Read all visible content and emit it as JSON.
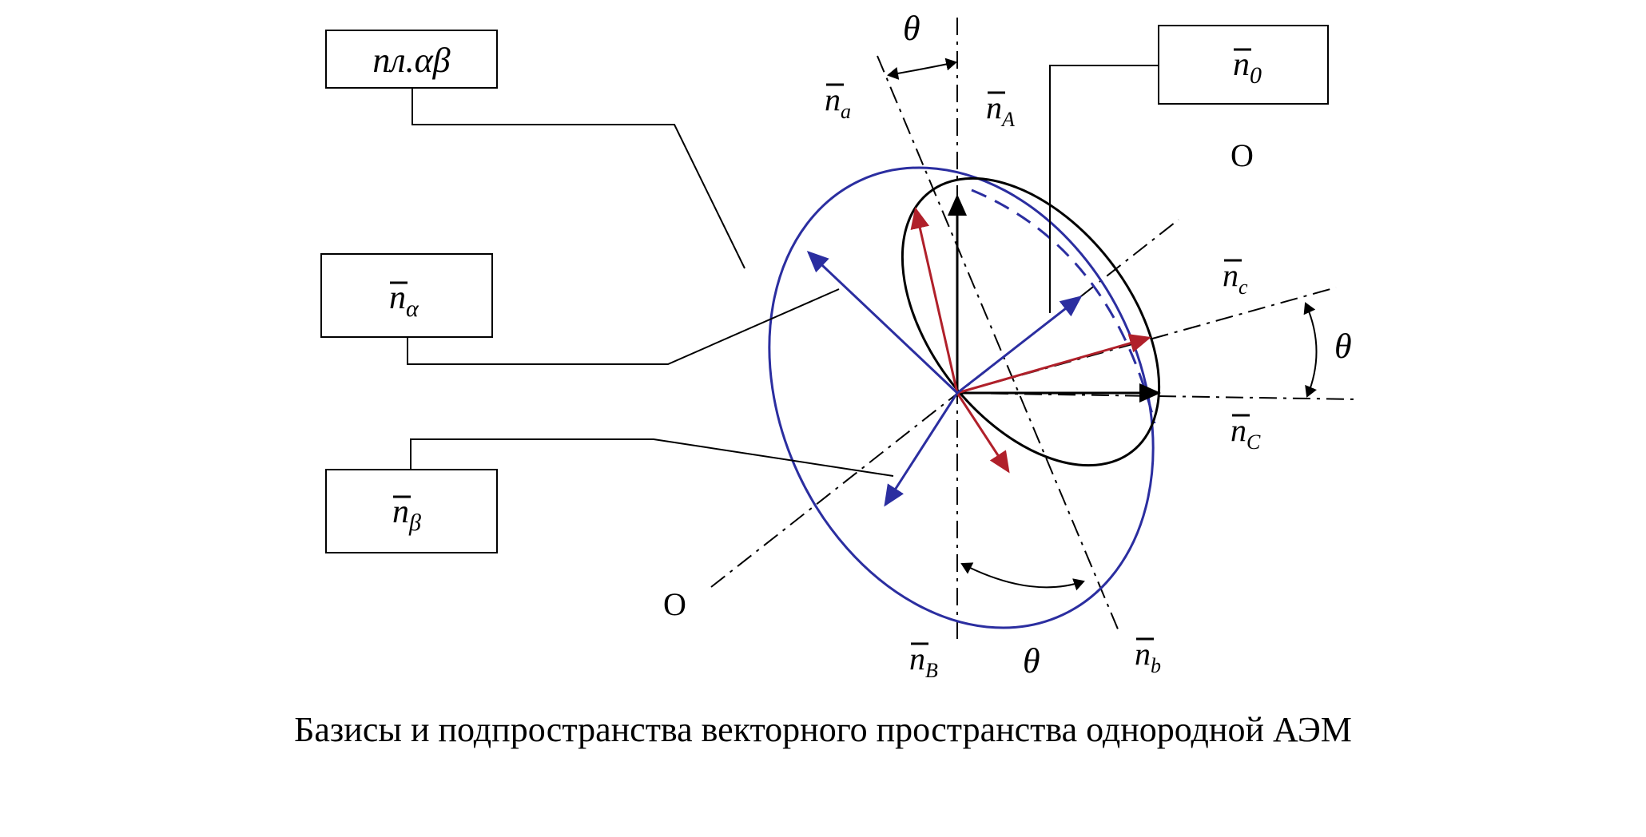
{
  "caption": "Базисы и подпространства векторного пространства однородной АЭМ",
  "labels": {
    "box_plane": {
      "main": "пл.",
      "greek": "αβ"
    },
    "box_n_alpha": {
      "base": "n",
      "sub": "α"
    },
    "box_n_beta": {
      "base": "n",
      "sub": "β"
    },
    "box_n_0": {
      "base": "n",
      "sub": "0"
    },
    "n_a": {
      "base": "n",
      "sub": "a"
    },
    "n_A": {
      "base": "n",
      "sub": "A"
    },
    "n_b": {
      "base": "n",
      "sub": "b"
    },
    "n_B": {
      "base": "n",
      "sub": "B"
    },
    "n_c": {
      "base": "n",
      "sub": "c"
    },
    "n_C": {
      "base": "n",
      "sub": "C"
    },
    "theta": "θ",
    "axis_O": "O"
  },
  "colors": {
    "blue": "#2b2ea0",
    "red": "#b0202a",
    "black": "#000000"
  }
}
